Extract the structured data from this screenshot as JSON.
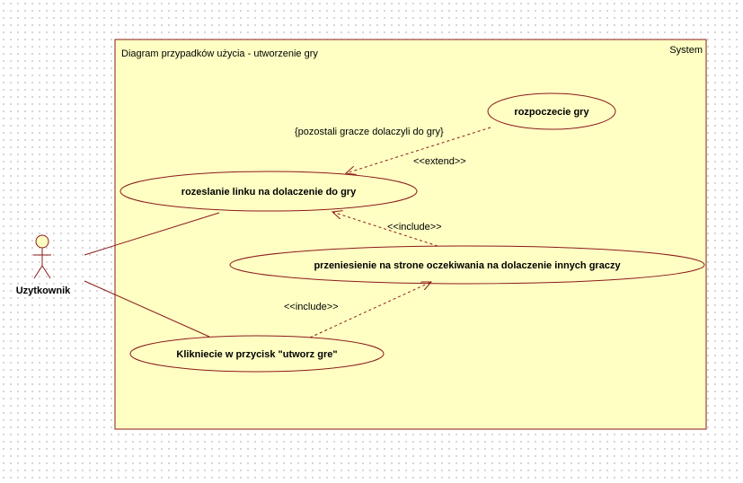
{
  "diagram": {
    "title": "Diagram przypadków użycia - utworzenie gry",
    "system_label": "System",
    "actor": {
      "name": "Uzytkownik"
    },
    "use_cases": {
      "rozpoczecie": "rozpoczecie gry",
      "rozeslanie": "rozeslanie linku na dolaczenie do gry",
      "przeniesienie": "przeniesienie na strone oczekiwania na dolaczenie innych graczy",
      "klikniecie": "Klikniecie w przycisk \"utworz gre\""
    },
    "relations": {
      "extend_label": "<<extend>>",
      "extend_condition": "{pozostali gracze dolaczyli do gry}",
      "include_label_1": "<<include>>",
      "include_label_2": "<<include>>"
    },
    "colors": {
      "system_fill": "#ffffc4",
      "border": "#8b1a1a",
      "usecase_fill": "#ffffc4",
      "actor_fill": "#ffffc4"
    }
  }
}
